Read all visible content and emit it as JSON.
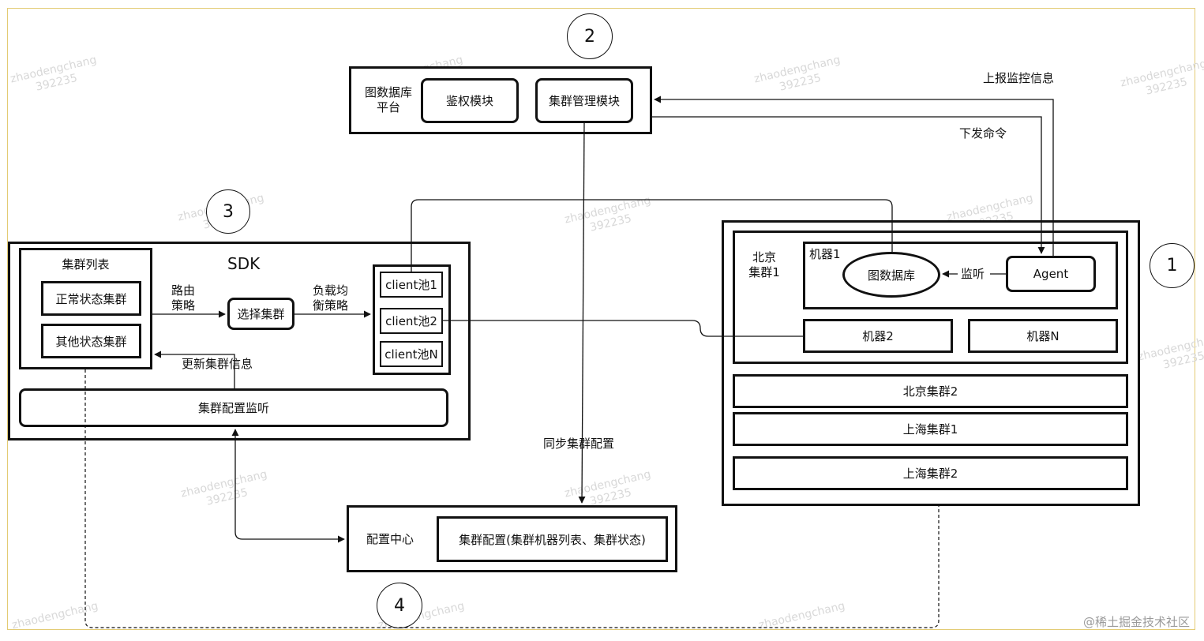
{
  "circles": {
    "one": "1",
    "two": "2",
    "three": "3",
    "four": "4"
  },
  "platform": {
    "title": "图数据库\n平台",
    "auth_module": "鉴权模块",
    "cluster_mgmt_module": "集群管理模块"
  },
  "edge_labels": {
    "report_monitoring": "上报监控信息",
    "issue_command": "下发命令",
    "route_strategy": "路由\n策略",
    "load_balance_strategy": "负载均\n衡策略",
    "update_cluster_info": "更新集群信息",
    "sync_cluster_config": "同步集群配置",
    "monitor": "监听"
  },
  "sdk": {
    "title": "SDK",
    "cluster_list_title": "集群列表",
    "normal_clusters": "正常状态集群",
    "other_clusters": "其他状态集群",
    "select_cluster": "选择集群",
    "client_pools": [
      "client池1",
      "client池2",
      "client池N"
    ],
    "config_listener": "集群配置监听"
  },
  "config_center": {
    "title": "配置中心",
    "cluster_config": "集群配置(集群机器列表、集群状态)"
  },
  "clusters": {
    "beijing1_title": "北京\n集群1",
    "machine1_label": "机器1",
    "graph_db": "图数据库",
    "agent": "Agent",
    "machine2": "机器2",
    "machineN": "机器N",
    "beijing2": "北京集群2",
    "shanghai1": "上海集群1",
    "shanghai2": "上海集群2"
  },
  "watermark": [
    "zhaodengchang",
    "392235"
  ],
  "footer": "@稀土掘金技术社区"
}
